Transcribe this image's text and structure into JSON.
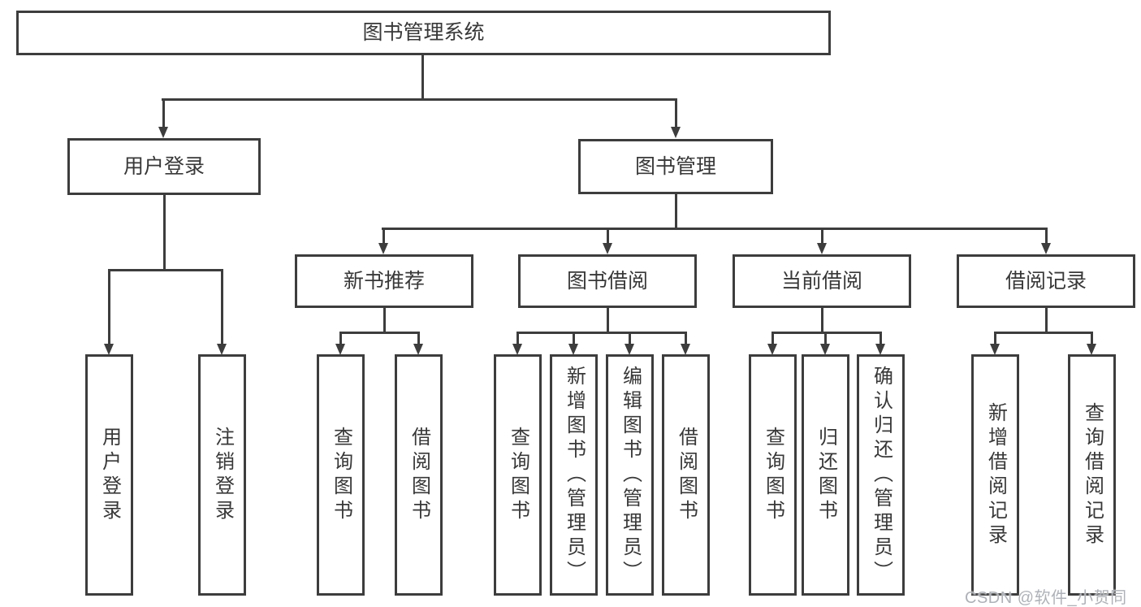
{
  "diagram": {
    "root": {
      "label": "图书管理系统"
    },
    "level2": [
      {
        "label": "用户登录",
        "children": [
          {
            "label": "用户登录"
          },
          {
            "label": "注销登录"
          }
        ]
      },
      {
        "label": "图书管理",
        "children": [
          {
            "label": "新书推荐",
            "children": [
              {
                "label": "查询图书"
              },
              {
                "label": "借阅图书"
              }
            ]
          },
          {
            "label": "图书借阅",
            "children": [
              {
                "label": "查询图书"
              },
              {
                "label": "新增图书（管理员）"
              },
              {
                "label": "编辑图书（管理员）"
              },
              {
                "label": "借阅图书"
              }
            ]
          },
          {
            "label": "当前借阅",
            "children": [
              {
                "label": "查询图书"
              },
              {
                "label": "归还图书"
              },
              {
                "label": "确认归还（管理员）"
              }
            ]
          },
          {
            "label": "借阅记录",
            "children": [
              {
                "label": "新增借阅记录"
              },
              {
                "label": "查询借阅记录"
              }
            ]
          }
        ]
      }
    ]
  },
  "watermark": {
    "text": "CSDN @软件_小贺同学"
  },
  "colors": {
    "line": "#3d3d3d",
    "text": "#383838",
    "background": "#ffffff",
    "watermark": "#aeb2b8"
  }
}
